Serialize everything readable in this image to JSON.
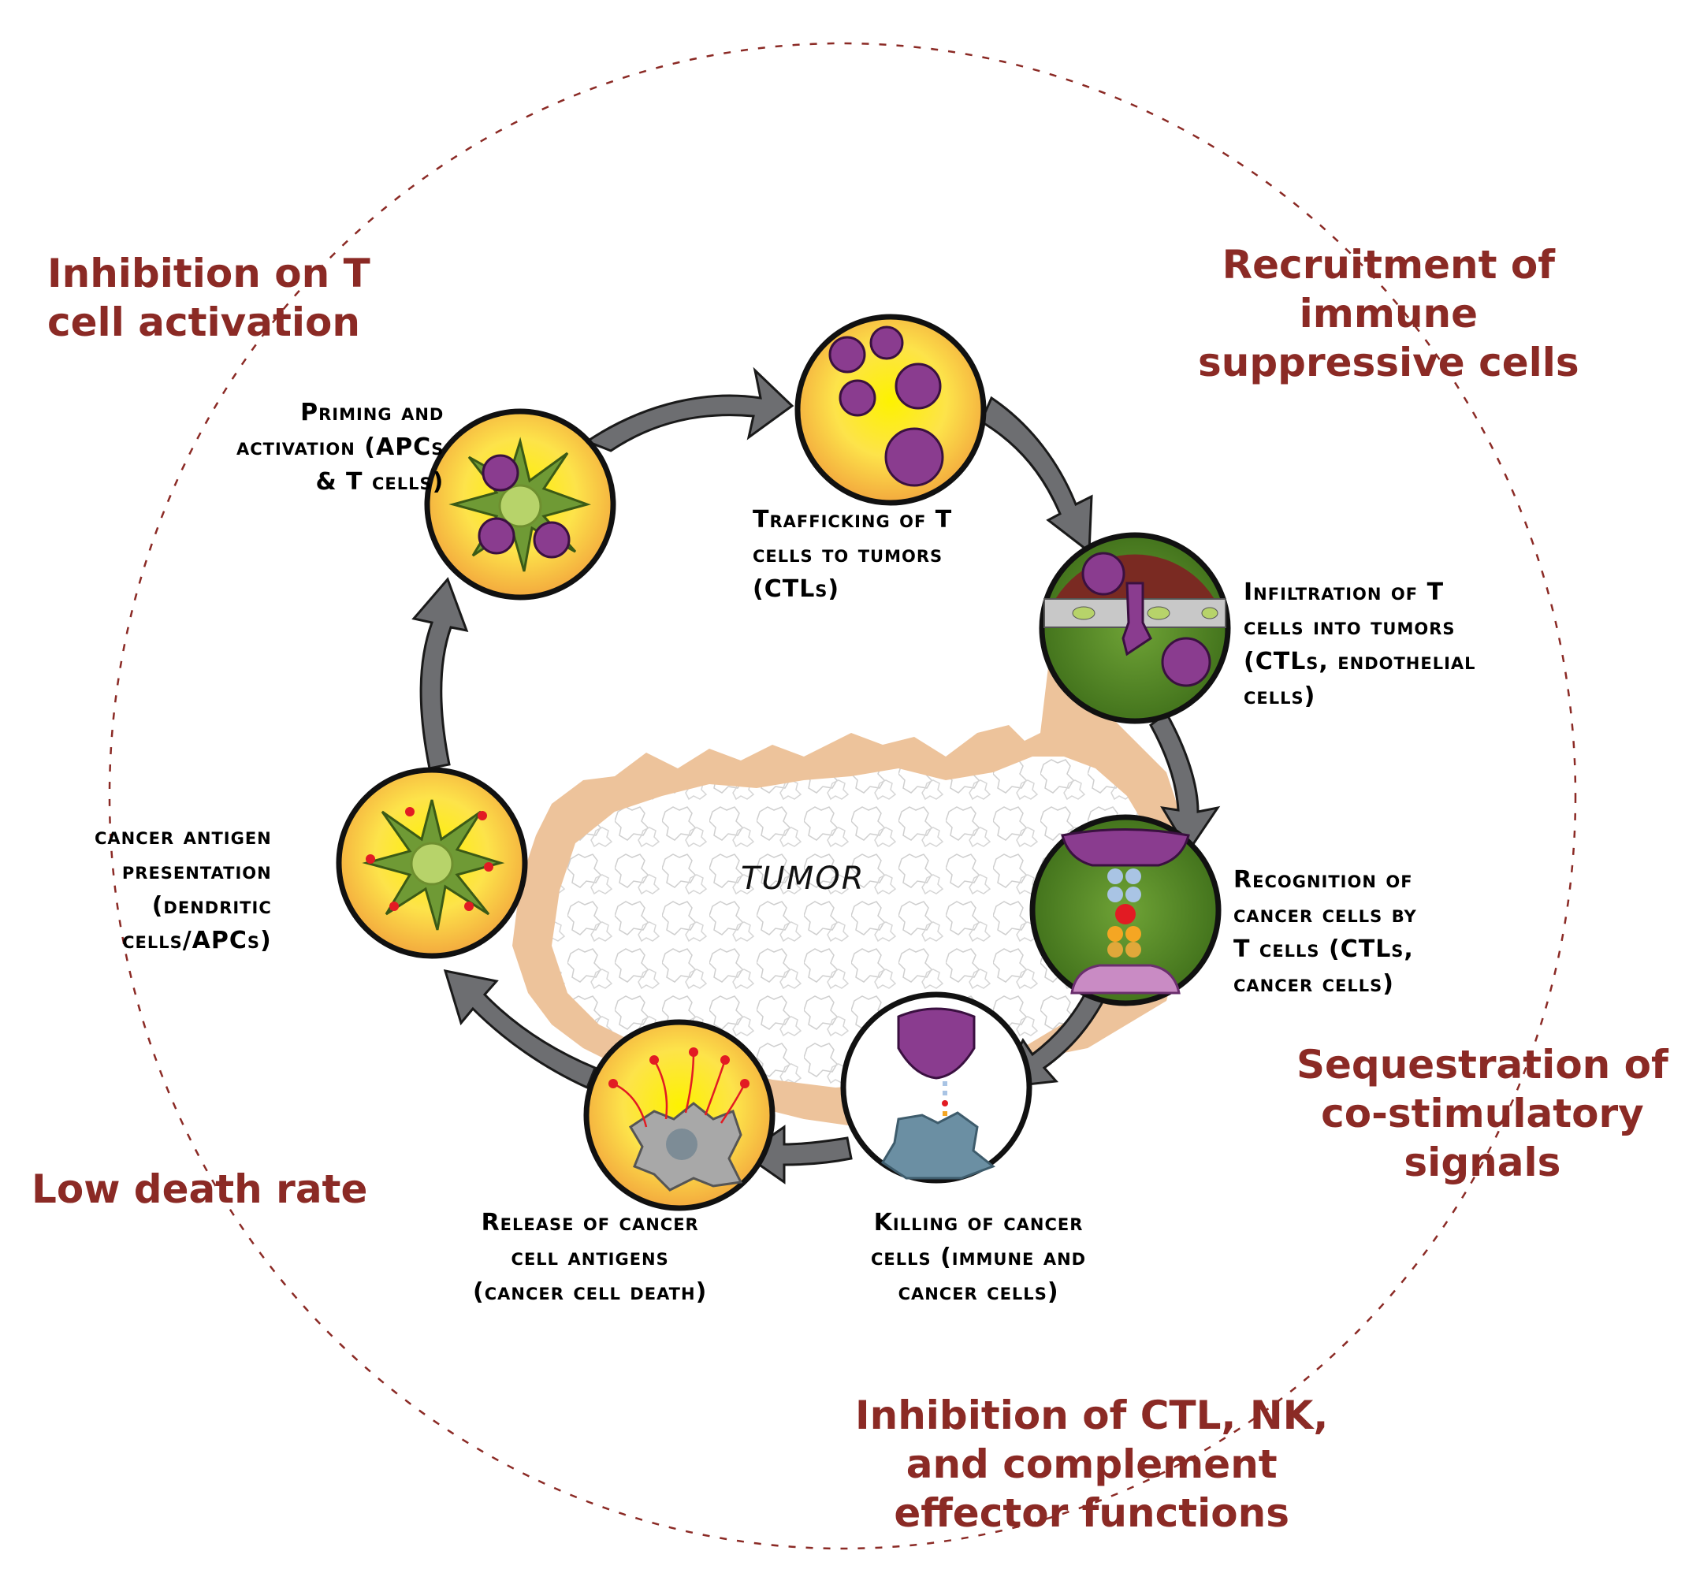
{
  "center_label": "TUMOR",
  "steps": [
    {
      "id": "priming",
      "lines": [
        "Priming and",
        "activation (APCs",
        "& T cells)"
      ]
    },
    {
      "id": "trafficking",
      "lines": [
        "Trafficking of T",
        "cells to tumors",
        "(CTLs)"
      ]
    },
    {
      "id": "infiltration",
      "lines": [
        "Infiltration of T",
        "cells into tumors",
        "(CTLs, endothelial",
        "cells)"
      ]
    },
    {
      "id": "recognition",
      "lines": [
        "Recognition of",
        "cancer cells by",
        "T cells (CTLs,",
        "cancer cells)"
      ]
    },
    {
      "id": "killing",
      "lines": [
        "Killing of cancer",
        "cells (immune and",
        "cancer cells)"
      ]
    },
    {
      "id": "release",
      "lines": [
        "Release of cancer",
        "cell antigens",
        "(cancer cell death)"
      ]
    },
    {
      "id": "presentation",
      "lines": [
        "cancer antigen",
        "presentation",
        "(dendritic",
        "cells/APCs)"
      ]
    }
  ],
  "inhibitions": [
    {
      "id": "t-cell-activation",
      "lines": [
        "Inhibition on T",
        "cell activation"
      ]
    },
    {
      "id": "immune-suppressive",
      "lines": [
        "Recruitment of",
        "immune",
        "suppressive cells"
      ]
    },
    {
      "id": "co-stimulatory",
      "lines": [
        "Sequestration of",
        "co-stimulatory",
        "signals"
      ]
    },
    {
      "id": "effector-functions",
      "lines": [
        "Inhibition of CTL, NK,",
        "and complement",
        "effector functions"
      ]
    },
    {
      "id": "low-death-rate",
      "lines": [
        "Low death rate"
      ]
    }
  ],
  "colors": {
    "inhibition_text": "#8b2a25",
    "dashed_circle": "#8b2a25",
    "arrow_fill": "#6d6e71",
    "cell_yellow": "#fdf200",
    "cell_orange": "#f4b34a",
    "apc_green": "#7aa23c",
    "tcell_purple": "#8a3c8f",
    "tumor_tan": "#edc39b",
    "tissue_green": "#5d8f29",
    "tissue_red": "#7a2a22"
  }
}
